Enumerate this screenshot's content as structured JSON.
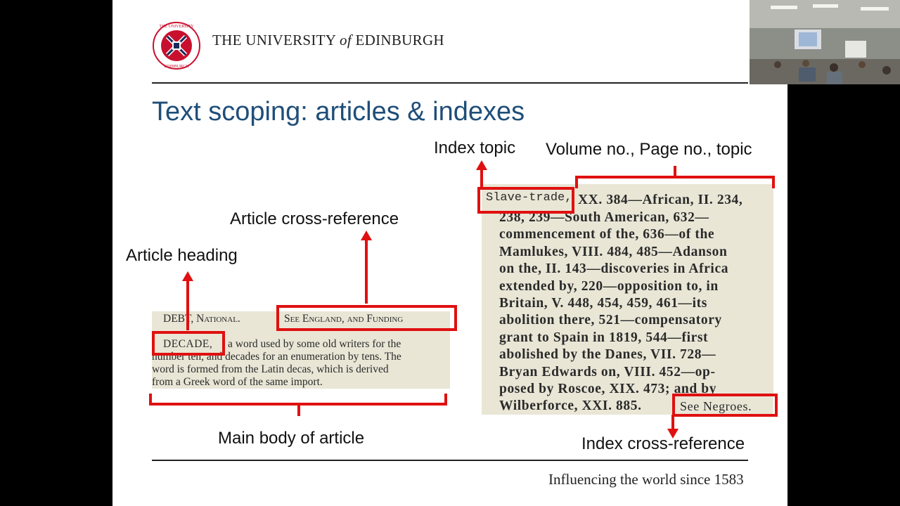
{
  "logo": {
    "institution_prefix": "THE UNIVERSITY ",
    "institution_of": "of",
    "institution_suffix": " EDINBURGH",
    "seal_text": "THE UNIVERSITY OF EDINBURGH"
  },
  "slide": {
    "title": "Text scoping: articles & indexes",
    "tagline": "Influencing the world since 1583"
  },
  "labels": {
    "index_topic": "Index topic",
    "volume_page_topic": "Volume no., Page no., topic",
    "article_cross_reference": "Article cross-reference",
    "article_heading": "Article heading",
    "main_body": "Main body of article",
    "index_cross_reference": "Index cross-reference"
  },
  "article_scan": {
    "line1_left": "DEBT, National.",
    "line1_right": "See England, and Funding",
    "heading": "DECADE,",
    "line2_rest": "a word used by some old writers for the",
    "line3": "number ten, and decades for an enumeration by tens.  The",
    "line4": "word is formed from the Latin decas, which is derived",
    "line5": "from a Greek word of the same import."
  },
  "index_scan": {
    "topic": "Slave-trade,",
    "first_line_rest": "XX. 384—African, II. 234,",
    "lines": [
      "238, 239—South American, 632—",
      "commencement of the, 636—of the",
      "Mamlukes, VIII. 484, 485—Adanson",
      "on the, II. 143—discoveries in Africa",
      "extended by, 220—opposition to, in",
      "Britain, V. 448, 454, 459, 461—its",
      "abolition there, 521—compensatory",
      "grant to Spain in 1819, 544—first",
      "abolished by the Danes, VII. 728—",
      "Bryan Edwards on, VIII. 452—op-",
      "posed by Roscoe, XIX. 473; and by"
    ],
    "last_line": "Wilberforce, XXI. 885.",
    "cross_ref": "See Negroes."
  },
  "colors": {
    "title": "#1f4e79",
    "annotation_red": "#e01010",
    "scan_background": "#e9e6d6"
  }
}
